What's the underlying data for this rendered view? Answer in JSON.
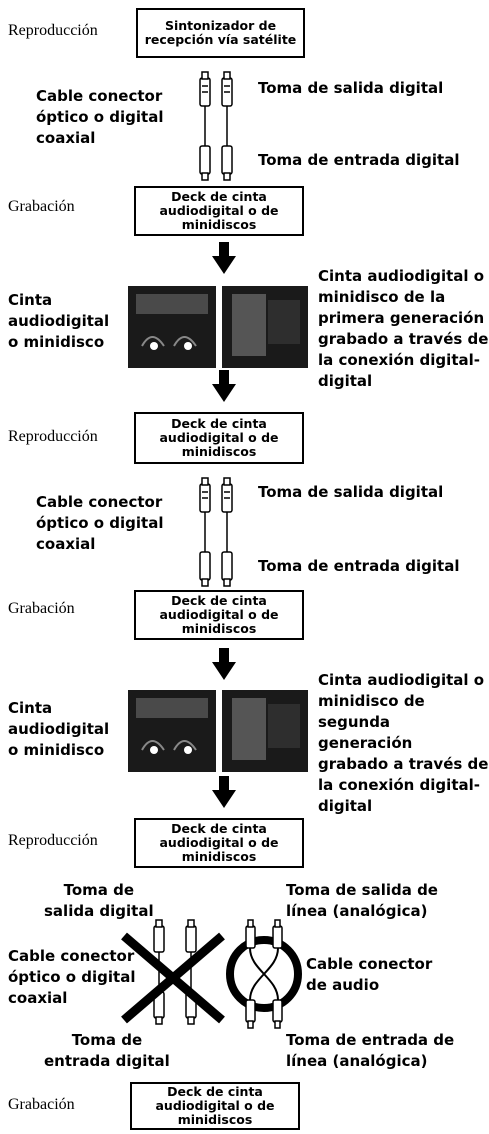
{
  "step1": {
    "mode": "Reproducción",
    "device": "Sintonizador de\nrecepción vía satélite",
    "cable": "Cable conector\nóptico o digital\ncoaxial",
    "out": "Toma de salida digital",
    "in": "Toma de entrada digital"
  },
  "step2": {
    "mode": "Grabación",
    "device": "Deck de cinta\naudiodigital o de\nminidiscos",
    "tape_label": "Cinta\naudiodigital\no minidisco",
    "note": "Cinta audiodigital o\nminidisco de la\nprimera generación\ngrabado a través de\nla conexión digital-\ndigital"
  },
  "step3": {
    "mode": "Reproducción",
    "device": "Deck de cinta\naudiodigital o de\nminidiscos",
    "cable": "Cable conector\nóptico o digital\ncoaxial",
    "out": "Toma de salida digital",
    "in": "Toma de entrada digital"
  },
  "step4": {
    "mode": "Grabación",
    "device": "Deck de cinta\naudiodigital o de\nminidiscos",
    "tape_label": "Cinta\naudiodigital\no minidisco",
    "note": "Cinta audiodigital o\nminidisco de\nsegunda generación\ngrabado a través de\nla conexión digital-\ndigital"
  },
  "step5": {
    "mode": "Reproducción",
    "device": "Deck de cinta\naudiodigital o de\nminidiscos",
    "out_digital": "Toma de\nsalida digital",
    "cable_digital": "Cable conector\nóptico o digital\ncoaxial",
    "in_digital": "Toma de\nentrada digital",
    "out_line": "Toma de salida de\nlínea (analógica)",
    "cable_audio": "Cable conector\nde audio",
    "in_line": "Toma de entrada de\nlínea (analógica)"
  },
  "step6": {
    "mode": "Grabación",
    "device": "Deck de cinta\naudiodigital o de\nminidiscos"
  }
}
